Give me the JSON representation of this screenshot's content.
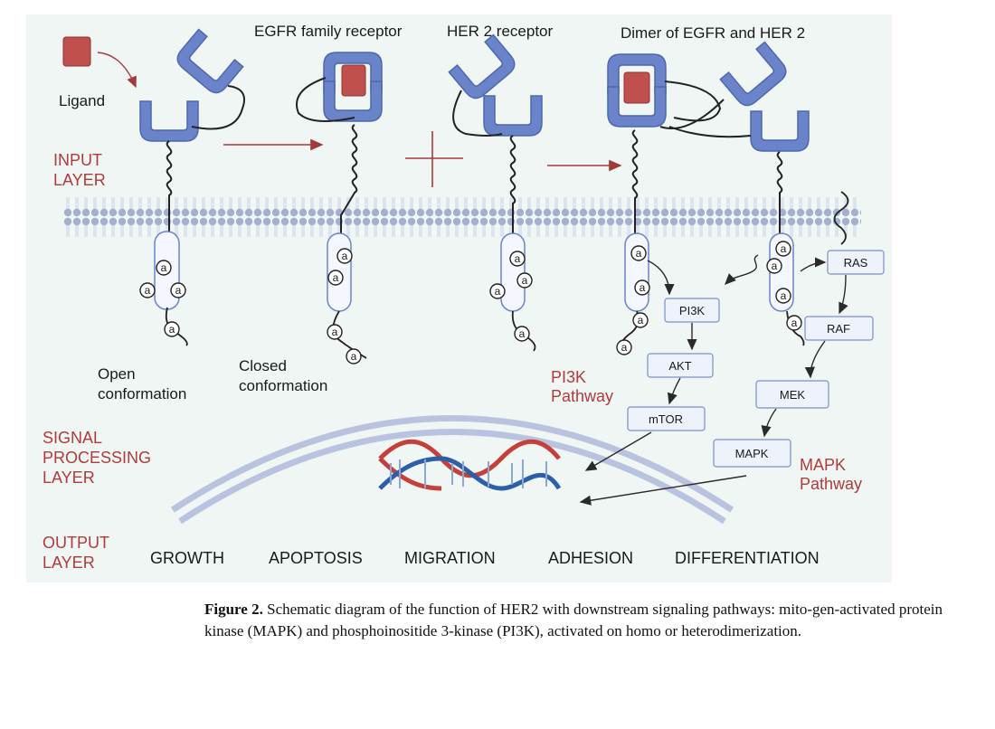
{
  "labels": {
    "ligand": "Ligand",
    "egfr_receptor": "EGFR family receptor",
    "her2_receptor": "HER 2 receptor",
    "dimer": "Dimer of EGFR and HER 2",
    "open_1": "Open",
    "open_2": "conformation",
    "closed_1": "Closed",
    "closed_2": "conformation",
    "pi3k_path_1": "PI3K",
    "pi3k_path_2": "Pathway",
    "mapk_path_1": "MAPK",
    "mapk_path_2": "Pathway",
    "phospho": "a"
  },
  "layers": {
    "input_1": "INPUT",
    "input_2": "LAYER",
    "signal_1": "SIGNAL",
    "signal_2": "PROCESSING",
    "signal_3": "LAYER",
    "output_1": "OUTPUT",
    "output_2": "LAYER"
  },
  "boxes": {
    "pi3k": "PI3K",
    "akt": "AKT",
    "mtor": "mTOR",
    "ras": "RAS",
    "raf": "RAF",
    "mek": "MEK",
    "mapk": "MAPK"
  },
  "outputs": [
    "GROWTH",
    "APOPTOSIS",
    "MIGRATION",
    "ADHESION",
    "DIFFERENTIATION"
  ],
  "caption": {
    "bold": "Figure 2.",
    "text": " Schematic diagram of the function of HER2 with downstream signaling pathways: mito-gen-activated protein kinase (MAPK) and phosphoinositide 3-kinase (PI3K), activated on homo or heterodimerization."
  },
  "colors": {
    "background": "#eff6f4",
    "receptor": "#6b84c9",
    "ligand": "#c0504d",
    "red_text": "#b23a3a",
    "membrane": "#a3b1cf",
    "box_fill": "#eef2fb"
  }
}
